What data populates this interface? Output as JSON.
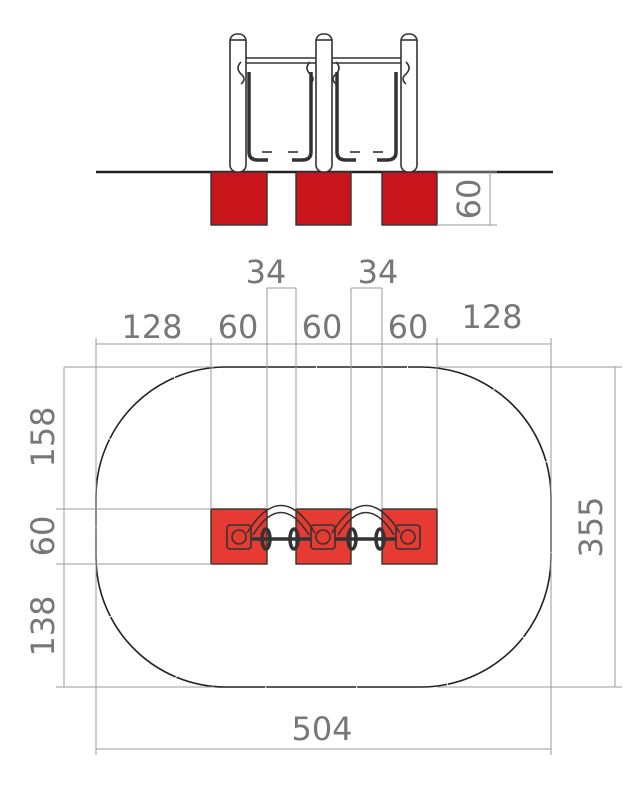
{
  "colors": {
    "foundation_side": "#c8141b",
    "foundation_top": "#e63a33",
    "dimension": "#777777",
    "outline": "#222222"
  },
  "dimensions": {
    "foundation_depth": "60",
    "gap_left": "34",
    "gap_right": "34",
    "margin_left": "128",
    "block_left": "60",
    "block_center": "60",
    "block_right": "60",
    "margin_right": "128",
    "top_clearance": "158",
    "block_depth": "60",
    "bottom_clearance": "138",
    "total_depth": "355",
    "total_width": "504"
  }
}
